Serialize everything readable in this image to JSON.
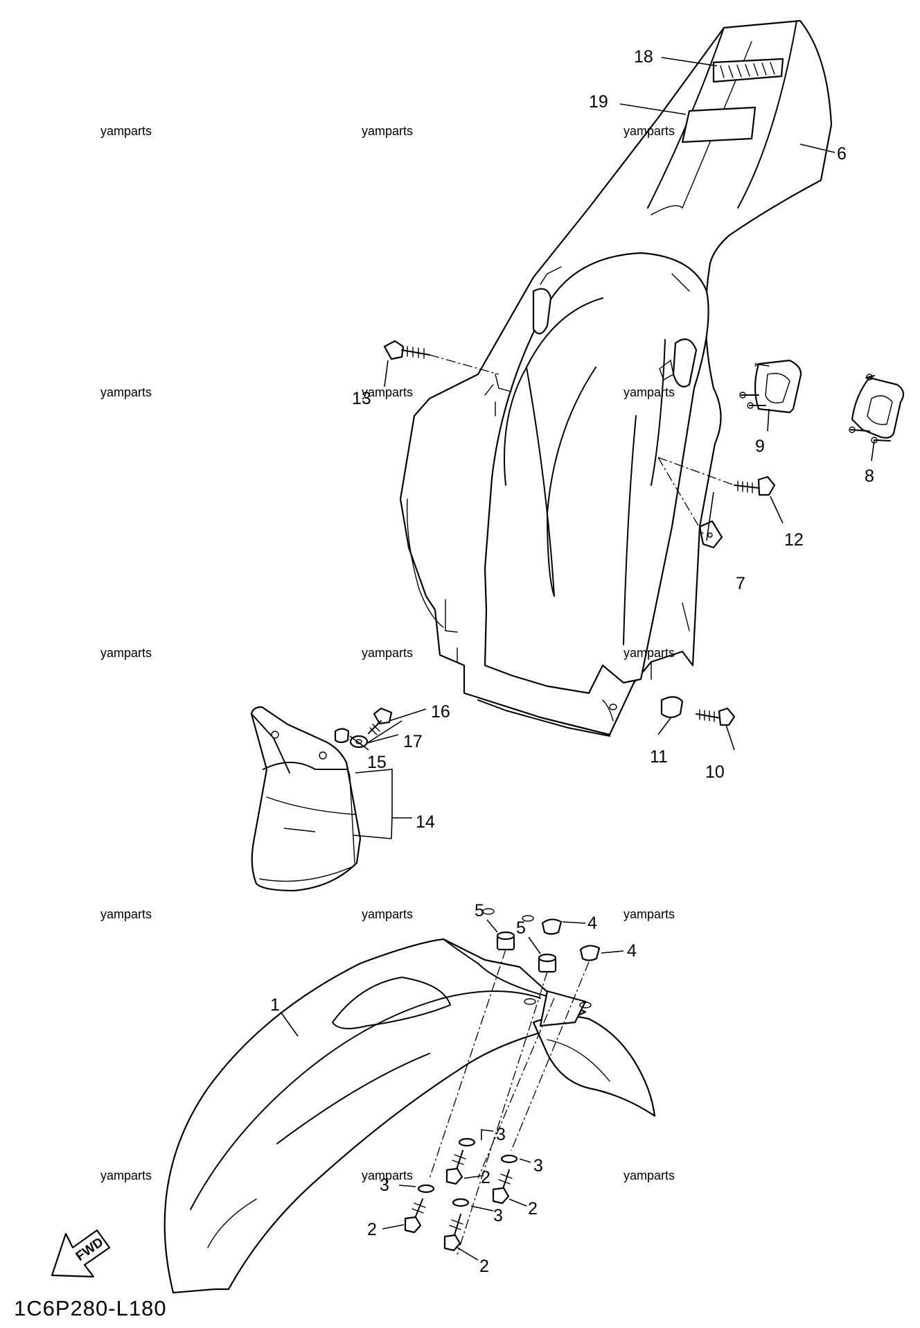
{
  "diagram_code": "1C6P280-L180",
  "direction_label": "FWD",
  "watermark": "yamparts",
  "callouts": {
    "p1": "1",
    "p2a": "2",
    "p2b": "2",
    "p2c": "2",
    "p2d": "2",
    "p3a": "3",
    "p3b": "3",
    "p3c": "3",
    "p3d": "3",
    "p4a": "4",
    "p4b": "4",
    "p5a": "5",
    "p5b": "5",
    "p6": "6",
    "p7": "7",
    "p8": "8",
    "p9": "9",
    "p10": "10",
    "p11": "11",
    "p12": "12",
    "p13": "13",
    "p14": "14",
    "p15": "15",
    "p16": "16",
    "p17": "17",
    "p18": "18",
    "p19": "19"
  },
  "icons": {
    "direction_arrow": "fwd-arrow-icon"
  }
}
